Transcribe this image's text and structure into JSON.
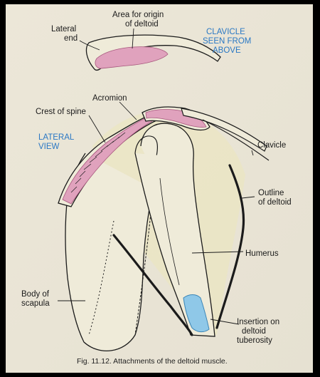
{
  "labels": {
    "area_origin_1": "Area for origin",
    "area_origin_2": "of deltoid",
    "lateral_end_1": "Lateral",
    "lateral_end_2": "end",
    "clavicle_above_1": "CLAVICLE",
    "clavicle_above_2": "SEEN FROM",
    "clavicle_above_3": "ABOVE",
    "acromion": "Acromion",
    "crest_of_spine": "Crest of spine",
    "lateral_view_1": "LATERAL",
    "lateral_view_2": "VIEW",
    "clavicle": "Clavicle",
    "outline_deltoid_1": "Outline",
    "outline_deltoid_2": "of deltoid",
    "humerus": "Humerus",
    "body_scapula_1": "Body of",
    "body_scapula_2": "scapula",
    "insertion_1": "Insertion on",
    "insertion_2": "deltoid",
    "insertion_3": "tuberosity"
  },
  "caption": "Fig. 11.12. Attachments of the deltoid muscle.",
  "colors": {
    "page": "#eeeadc",
    "origin_pink": "#e0a2bd",
    "insertion_blue": "#8fc8e8",
    "deltoid_tint": "#ebe6c2",
    "ink": "#1b1b1b",
    "label_blue": "#2a78c4"
  }
}
